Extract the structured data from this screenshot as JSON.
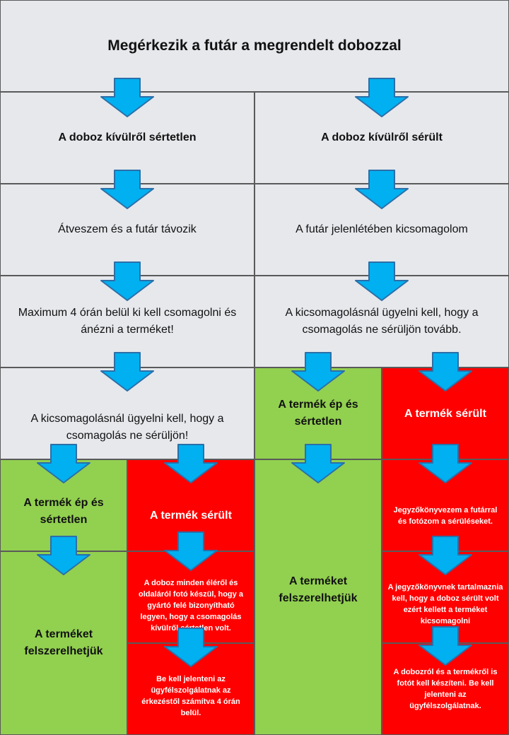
{
  "title": "Megérkezik a futár a megrendelt dobozzal",
  "left": {
    "step1": "A doboz kívülről sértetlen",
    "step2": "Átveszem és a futár távozik",
    "step3": "Maximum 4 órán belül ki kell csomagolni és ánézni a terméket!",
    "step4": "A kicsomagolásnál ügyelni kell, hogy a csomagolás ne sérüljön!",
    "ok": {
      "status": "A termék ép és sértetlen",
      "result": "A terméket felszerelhetjük"
    },
    "damaged": {
      "status": "A termék sérült",
      "action1": "A doboz minden éléről és oldaláról fotó készül, hogy a gyártó felé bizonyítható legyen, hogy a csomagolás  kívülről sértetlen volt.",
      "action2": "Be kell jelenteni az ügyfélszolgálatnak  az érkezéstől számítva  4 órán belül."
    }
  },
  "right": {
    "step1": "A doboz kívülről sérült",
    "step2": "A futár jelenlétében  kicsomagolom",
    "step3": "A kicsomagolásnál ügyelni kell, hogy a csomagolás ne sérüljön tovább.",
    "ok": {
      "status": "A termék ép és sértetlen",
      "result": "A terméket felszerelhetjük"
    },
    "damaged": {
      "status": "A termék sérült",
      "action1": "Jegyzőkönyvezem  a futárral és fotózom  a sérüléseket.",
      "action2": "A jegyzőkönyvnek  tartalmaznia kell, hogy a doboz sérült volt ezért kellett a terméket kicsomagolni",
      "action3": "A dobozról és a termékről is fotót kell készíteni. Be kell jelenteni az ügyfélszolgálatnak."
    }
  },
  "colors": {
    "neutral": "#e6e8ec",
    "ok": "#92d050",
    "damaged": "#ff0000",
    "arrow": "#00b0f0",
    "border": "#5a5a5a"
  },
  "icons": [
    "down-arrow-icon"
  ]
}
